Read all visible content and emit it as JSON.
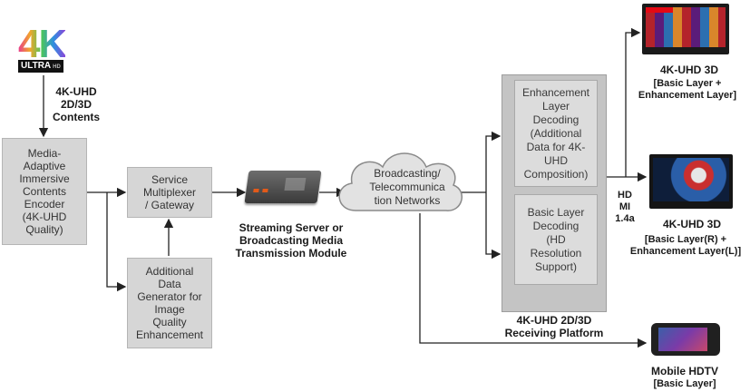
{
  "logo": {
    "big": "4K",
    "badge": "ULTRA",
    "badge_suffix": "HD"
  },
  "source_label": "4K-UHD\n2D/3D\nContents",
  "encoder": "Media-\nAdaptive\nImmersive\nContents\nEncoder\n(4K-UHD\nQuality)",
  "multiplexer": "Service\nMultiplexer\n/ Gateway",
  "generator": "Additional\nData\nGenerator for\nImage\nQuality\nEnhancement",
  "server_label": "Streaming Server or\nBroadcasting Media\nTransmission Module",
  "network": "Broadcasting/\nTelecommunica\ntion Networks",
  "enhancement_decoding": "Enhancement\nLayer\nDecoding\n(Additional\nData for 4K-\nUHD\nComposition)",
  "basic_decoding": "Basic Layer\nDecoding\n(HD\nResolution\nSupport)",
  "platform_label": "4K-UHD 2D/3D\nReceiving Platform",
  "hdmi_label": "HD\nMI\n1.4a",
  "tv1": {
    "title": "4K-UHD 3D",
    "desc": "[Basic Layer +\nEnhancement Layer]"
  },
  "tv2": {
    "title": "4K-UHD 3D",
    "desc": "[Basic Layer(R) +\nEnhancement Layer(L)]"
  },
  "mobile": {
    "title": "Mobile HDTV",
    "desc": "[Basic Layer]"
  }
}
